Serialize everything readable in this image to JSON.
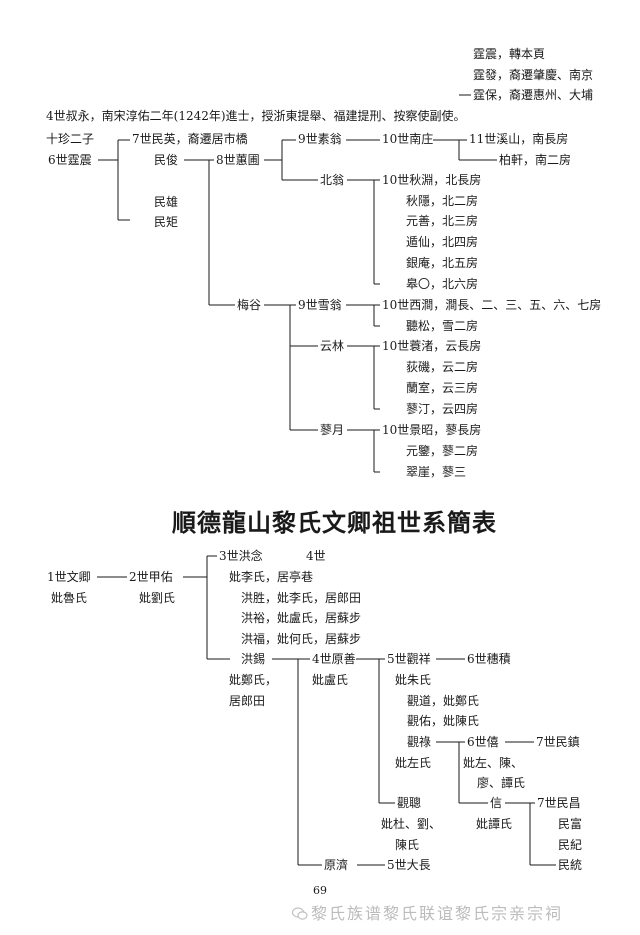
{
  "tree1": {
    "note_a": "霆震，轉本頁",
    "note_b": "霆發，裔遷肇慶、南京",
    "note_c": "霆保，裔遷惠州、大埔",
    "header": "4世叔永，南宋淳佑二年(1242年)進士，授浙東提舉、福建提刑、按察使副使。",
    "g4_sons": "十珍二子",
    "g6": "6世霆震",
    "g7_a": "7世民英，裔遷居市橋",
    "g7_b": "民俊",
    "g7_c": "民雄",
    "g7_d": "民矩",
    "g8_a": "8世蕙圃",
    "g8_b": "梅谷",
    "g9_a": "9世素翁",
    "g9_b": "北翁",
    "g9_c": "9世雪翁",
    "g9_d": "云林",
    "g9_e": "蓼月",
    "g10_a": "10世南庄",
    "g11_a": "11世溪山，南長房",
    "g11_b": "柏軒，南二房",
    "g10_north_1": "10世秋淵，北長房",
    "g10_north_2": "秋隱，北二房",
    "g10_north_3": "元善，北三房",
    "g10_north_4": "遁仙，北四房",
    "g10_north_5": "銀庵，北五房",
    "g10_north_6": "皋〇，北六房",
    "g10_snow_1": "10世西澗，澗長、二、三、五、六、七房",
    "g10_snow_2": "聽松，雪二房",
    "g10_cloud_1": "10世蓑渚，云長房",
    "g10_cloud_2": "荻磯，云二房",
    "g10_cloud_3": "蘭室，云三房",
    "g10_cloud_4": "蓼汀，云四房",
    "g10_meng_1": "10世景昭，蓼長房",
    "g10_meng_2": "元鑒，蓼二房",
    "g10_meng_3": "翠崖，蓼三"
  },
  "tree2": {
    "title": "順德龍山黎氏文卿祖世系簡表",
    "g1": "1世文卿",
    "g1_wife": "妣魯氏",
    "g2": "2世甲佑",
    "g2_wife": "妣劉氏",
    "g3_a": "3世洪念",
    "g4_label": "4世",
    "g3_a_wife": "妣李氏，居亭巷",
    "g3_b": "洪胜，妣李氏，居郎田",
    "g3_c": "洪裕，妣盧氏，居蘇步",
    "g3_d": "洪福，妣何氏，居蘇步",
    "g3_e": "洪錫",
    "g3_e_wife_1": "妣鄭氏，",
    "g3_e_wife_2": "居郎田",
    "g4_a": "4世原善",
    "g4_a_wife": "妣盧氏",
    "g4_b": "原濟",
    "g5_a": "5世觀祥",
    "g5_a_wife": "妣朱氏",
    "g5_b": "觀道，妣鄭氏",
    "g5_c": "觀佑，妣陳氏",
    "g5_d": "觀祿",
    "g5_d_wife": "妣左氏",
    "g5_e": "觀聰",
    "g5_e_wife_1": "妣杜、劉、",
    "g5_e_wife_2": "陳氏",
    "g5_f": "5世大長",
    "g6_a": "6世穗積",
    "g6_b": "6世僖",
    "g6_b_wife_1": "妣左、陳、",
    "g6_b_wife_2": "廖、譚氏",
    "g6_c": "信",
    "g6_c_wife": "妣譚氏",
    "g7_a": "7世民鎮",
    "g7_b": "7世民昌",
    "g7_c": "民富",
    "g7_d": "民紀",
    "g7_e": "民統"
  },
  "page_number": "69",
  "watermark": "黎氏族谱黎氏联谊黎氏宗亲宗祠"
}
